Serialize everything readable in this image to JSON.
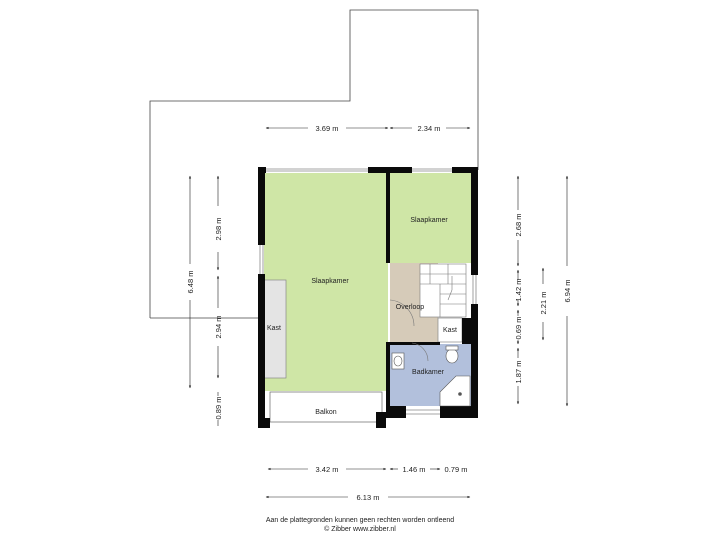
{
  "rooms": {
    "slaapkamer_main": "Slaapkamer",
    "slaapkamer_small": "Slaapkamer",
    "overloop": "Overloop",
    "kast_left": "Kast",
    "kast_small": "Kast",
    "badkamer": "Badkamer",
    "balkon": "Balkon"
  },
  "dimensions": {
    "top_left": "3.69 m",
    "top_right": "2.34 m",
    "bottom_left": "3.42 m",
    "bottom_mid": "1.46 m",
    "bottom_right": "0.79 m",
    "bottom_total": "6.13 m",
    "left_total": "6.48 m",
    "left_upper": "2.98 m",
    "left_lower": "2.94 m",
    "left_balkon": "0.89 m",
    "right_upper": "2.68 m",
    "right_mid1": "1.42 m",
    "right_mid2": "0.69 m",
    "right_lower": "1.87 m",
    "right_stair": "2.21 m",
    "right_total": "6.94 m"
  },
  "colors": {
    "room_green": "#cfe6a6",
    "overloop": "#d6cbb9",
    "badkamer": "#b2c0dc",
    "wall": "#0a0a0a",
    "kast": "#e4e4e4"
  },
  "footer": {
    "line1": "Aan de plattegronden kunnen geen rechten worden ontleend",
    "line2": "© Zibber www.zibber.nl"
  }
}
